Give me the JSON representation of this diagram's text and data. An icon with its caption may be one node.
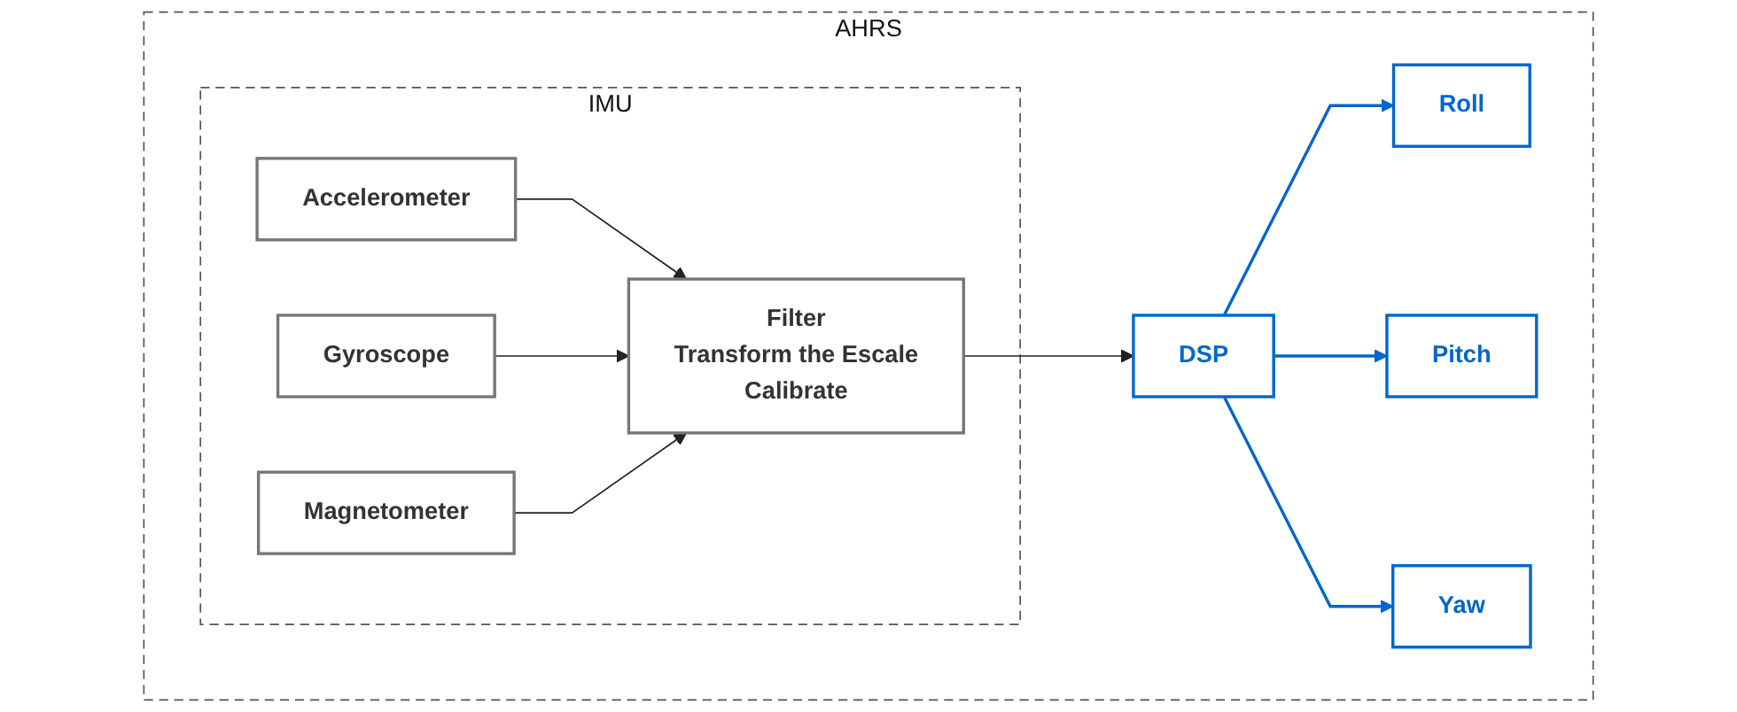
{
  "diagram": {
    "nodes": [
      {
        "text": [
          "AHRS"
        ]
      },
      {
        "text": [
          "IMU"
        ],
        "in": 0
      },
      {
        "text": [
          "Accelerometer"
        ],
        "in": 1
      },
      {
        "text": [
          "Gyroscope"
        ],
        "in": 1
      },
      {
        "text": [
          "Magnetometer"
        ],
        "in": 1
      },
      {
        "text": [
          "Filter",
          "Transform the Escale",
          "Calibrate"
        ],
        "in": 1
      },
      {
        "text": [
          "DSP"
        ],
        "in": 0
      },
      {
        "text": [
          "Roll"
        ],
        "in": 0
      },
      {
        "text": [
          "Pitch"
        ],
        "in": 0
      },
      {
        "text": [
          "Yaw"
        ],
        "in": 0
      }
    ],
    "edges": [
      {
        "from": 2,
        "to": 5,
        "arrow": "to"
      },
      {
        "from": 3,
        "to": 5,
        "arrow": "to"
      },
      {
        "from": 4,
        "to": 5,
        "arrow": "to"
      },
      {
        "from": 5,
        "to": 6,
        "arrow": "to"
      },
      {
        "from": 6,
        "to": 7,
        "arrow": "to",
        "color": "#0066cc"
      },
      {
        "from": 6,
        "to": 8,
        "arrow": "to",
        "color": "#0066cc"
      },
      {
        "from": 6,
        "to": 9,
        "arrow": "to",
        "color": "#0066cc"
      }
    ]
  }
}
